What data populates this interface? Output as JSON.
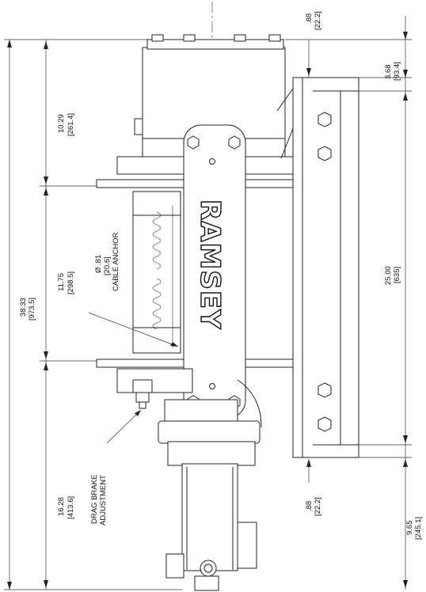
{
  "dimensions": {
    "overall_length": {
      "inch": "38.33",
      "mm": "[973.5]"
    },
    "motor_length": {
      "inch": "10.29",
      "mm": "[261.4]"
    },
    "drum_length": {
      "inch": "11.75",
      "mm": "[298.5]"
    },
    "gear_end_length": {
      "inch": "16.28",
      "mm": "[413.6]"
    },
    "top_offset": {
      "inch": ".88",
      "mm": "[22.2]"
    },
    "flange_offset": {
      "inch": "3.68",
      "mm": "[93.4]"
    },
    "mount_span": {
      "inch": "25.00",
      "mm": "[635]"
    },
    "bottom_offset": {
      "inch": ".88",
      "mm": "[22.2]"
    },
    "bottom_length": {
      "inch": "9.65",
      "mm": "[245.1]"
    }
  },
  "callouts": {
    "cable_anchor": {
      "dia": "Ø .81",
      "mm": "[20.6]",
      "label": "CABLE ANCHOR"
    },
    "drag_brake": {
      "line1": "DRAG BRAKE",
      "line2": "ADJUSTMENT"
    }
  },
  "logo": "RAMSEY"
}
